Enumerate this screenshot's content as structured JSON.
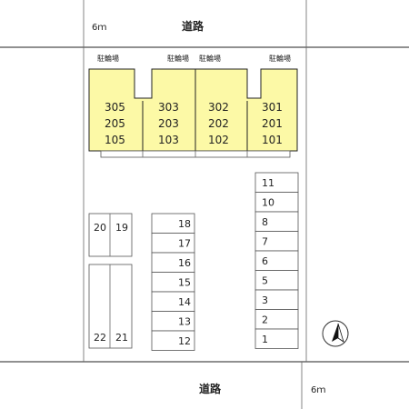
{
  "road_north": {
    "label": "道路",
    "width": "6ｍ"
  },
  "road_south": {
    "label": "道路",
    "width": "6ｍ"
  },
  "bike_parking_label": "駐輪場",
  "units": [
    {
      "top": "305",
      "mid": "205",
      "bot": "105"
    },
    {
      "top": "303",
      "mid": "203",
      "bot": "103"
    },
    {
      "top": "302",
      "mid": "202",
      "bot": "102"
    },
    {
      "top": "301",
      "mid": "201",
      "bot": "101"
    }
  ],
  "parking_left_small": [
    "20",
    "19"
  ],
  "parking_left_long": [
    "22",
    "21"
  ],
  "parking_middle": [
    "18",
    "17",
    "16",
    "15",
    "14",
    "13",
    "12"
  ],
  "parking_right": [
    "11",
    "10",
    "8",
    "7",
    "6",
    "5",
    "3",
    "2",
    "1"
  ],
  "colors": {
    "building": "#fcf9a6",
    "lines": "#222222"
  },
  "icons": {
    "compass": "north-arrow-icon"
  }
}
